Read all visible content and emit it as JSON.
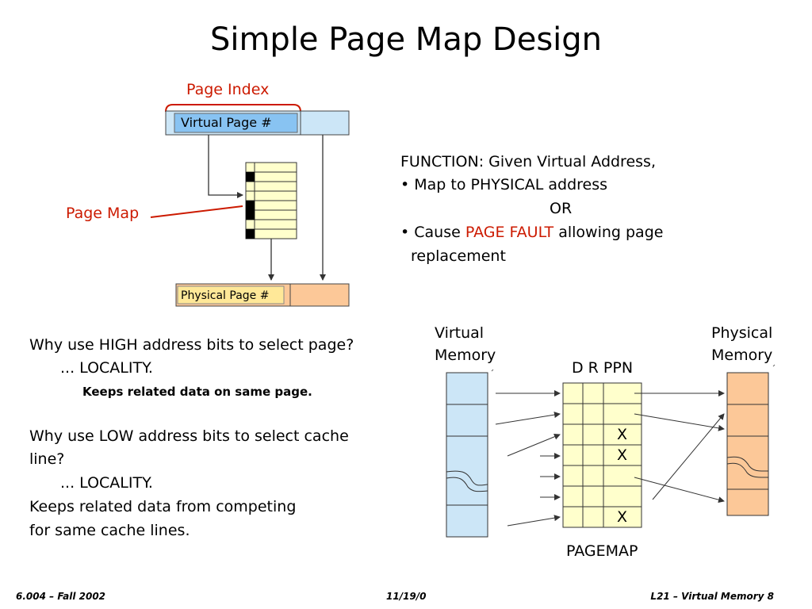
{
  "slide": {
    "title": "Simple Page Map Design"
  },
  "top_diagram": {
    "page_index_label": "Page Index",
    "virtual_page_label": "Virtual Page #",
    "page_map_label": "Page Map",
    "physical_page_label": "Physical Page #"
  },
  "function_text": {
    "line1": "FUNCTION: Given Virtual Address,",
    "line2": "• Map to PHYSICAL address",
    "line3": "OR",
    "line4_prefix": "• Cause ",
    "line4_highlight": "PAGE FAULT",
    "line4_suffix": " allowing page",
    "line5": "replacement"
  },
  "left_text": {
    "q1": "Why use HIGH address bits to select page?",
    "a1": "... LOCALITY.",
    "a1_detail": "Keeps related data on same page.",
    "q2_line1": "Why use LOW address bits to select cache",
    "q2_line2": "line?",
    "a2": "... LOCALITY.",
    "a2_detail_line1": "Keeps related data from competing",
    "a2_detail_line2": "for same cache lines."
  },
  "bottom_diagram": {
    "virtual_memory_line1": "Virtual",
    "virtual_memory_line2": "Memory",
    "physical_memory_line1": "Physical",
    "physical_memory_line2": "Memory",
    "pagemap_header": "D R PPN",
    "pagemap_label": "PAGEMAP",
    "x_marks": [
      "X",
      "X",
      "X"
    ]
  },
  "footer": {
    "left": "6.004 – Fall 2002",
    "center": "11/19/0",
    "right": "L21 – Virtual Memory 8"
  },
  "colors": {
    "virtual_fill": "#cce6f7",
    "virtual_label_fill": "#88c3f2",
    "physical_fill": "#fcc898",
    "physical_label_fill": "#ffe898",
    "pagemap_fill": "#ffffcc",
    "accent_red": "#cc1a00"
  }
}
